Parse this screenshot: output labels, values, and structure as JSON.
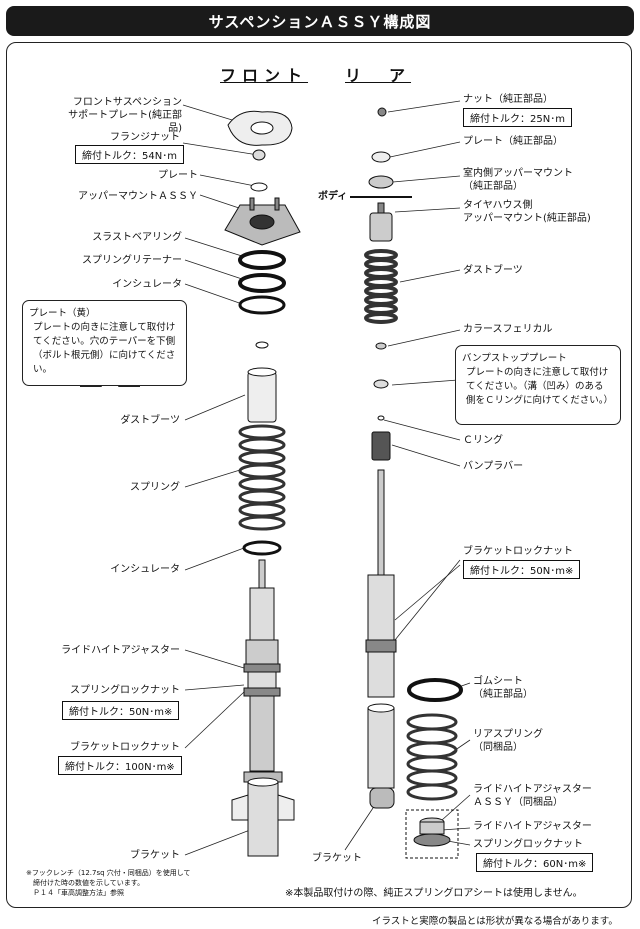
{
  "title": "サスペンションＡＳＳＹ構成図",
  "headers": {
    "front": "フロント",
    "rear": "リ　ア"
  },
  "front": {
    "support_plate": "フロントサスペンション\nサポートプレート(純正部品)",
    "flange_nut": "フランジナット",
    "flange_nut_torque": "締付トルク：54N･m",
    "plate": "プレート",
    "upper_mount": "アッパーマウントＡＳＳＹ",
    "thrust_bearing": "スラストベアリング",
    "spring_retainer": "スプリングリテーナー",
    "insulator_top": "インシュレータ",
    "dust_boot": "ダストブーツ",
    "spring": "スプリング",
    "insulator_bottom": "インシュレータ",
    "ride_height": "ライドハイトアジャスター",
    "spring_lock_nut": "スプリングロックナット",
    "spring_lock_torque": "締付トルク：50N･m※",
    "bracket_lock_nut": "ブラケットロックナット",
    "bracket_lock_torque": "締付トルク：100N･m※",
    "bracket": "ブラケット"
  },
  "rear": {
    "nut": "ナット（純正部品）",
    "nut_torque": "締付トルク：25N･m",
    "plate": "プレート（純正部品）",
    "indoor_mount": "室内側アッパーマウント\n（純正部品）",
    "body": "ボディ",
    "tirehouse_mount": "タイヤハウス側\nアッパーマウント(純正部品)",
    "dust_boot": "ダストブーツ",
    "collar": "カラースフェリカル",
    "c_ring": "Ｃリング",
    "bump_rubber": "バンプラバー",
    "bracket_lock_nut": "ブラケットロックナット",
    "bracket_lock_torque": "締付トルク：50N･m※",
    "rubber_seat": "ゴムシート\n（純正部品）",
    "rear_spring": "リアスプリング\n（同梱品）",
    "ride_height_assy": "ライドハイトアジャスター\nＡＳＳＹ（同梱品）",
    "ride_height": "ライドハイトアジャスター",
    "spring_lock_nut": "スプリングロックナット",
    "spring_lock_torque": "締付トルク：60N･m※",
    "bracket": "ブラケット"
  },
  "notes": {
    "plate_yellow_title": "プレート（黄）",
    "plate_yellow_body": "プレートの向きに注意して取付けてください。穴のテーパーを下側（ボルト根元側）に向けてください。",
    "bump_stop_title": "バンプストッププレート",
    "bump_stop_body": "プレートの向きに注意して取付けてください。（溝（凹み）のある側をＣリングに向けてください。）"
  },
  "footnotes": {
    "wrench": "※フックレンチ（12.7sq 穴付・同梱品）を使用して\n　締付けた時の数値を示しています。\n　Ｐ１４「車高調整方法」参照",
    "main": "※本製品取付けの際、純正スプリングロアシートは使用しません。",
    "disclaimer": "イラストと実際の製品とは形状が異なる場合があります。"
  }
}
